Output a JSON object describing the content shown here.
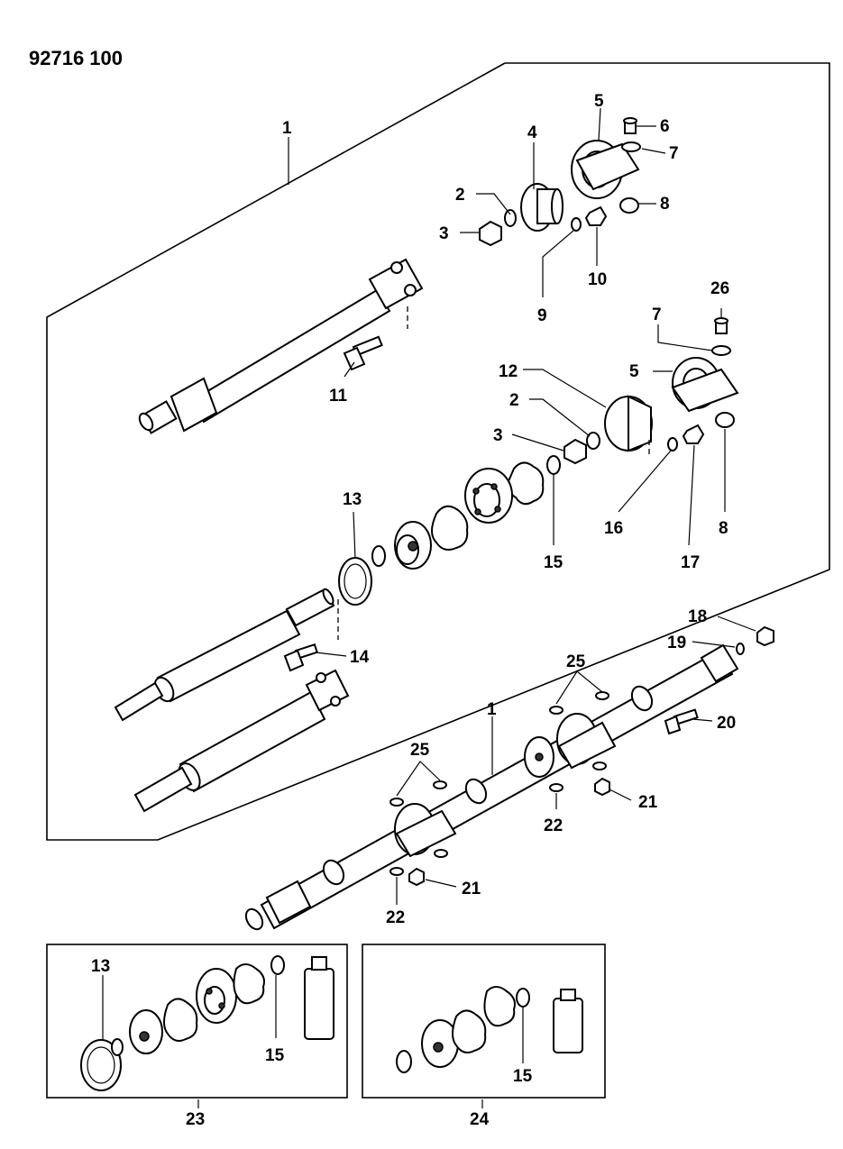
{
  "title": "92716 100",
  "labels": {
    "l1a": "1",
    "l2a": "2",
    "l3a": "3",
    "l4": "4",
    "l5a": "5",
    "l6": "6",
    "l7a": "7",
    "l8a": "8",
    "l9": "9",
    "l10": "10",
    "l11": "11",
    "l26": "26",
    "l7b": "7",
    "l12": "12",
    "l5b": "5",
    "l2b": "2",
    "l3b": "3",
    "l13a": "13",
    "l15a": "15",
    "l16": "16",
    "l17": "17",
    "l8b": "8",
    "l14": "14",
    "l18": "18",
    "l19": "19",
    "l25a": "25",
    "l1b": "1",
    "l20": "20",
    "l25b": "25",
    "l21a": "21",
    "l22a": "22",
    "l21b": "21",
    "l22b": "22",
    "l13b": "13",
    "l15b": "15",
    "l15c": "15",
    "l23": "23",
    "l24": "24"
  }
}
